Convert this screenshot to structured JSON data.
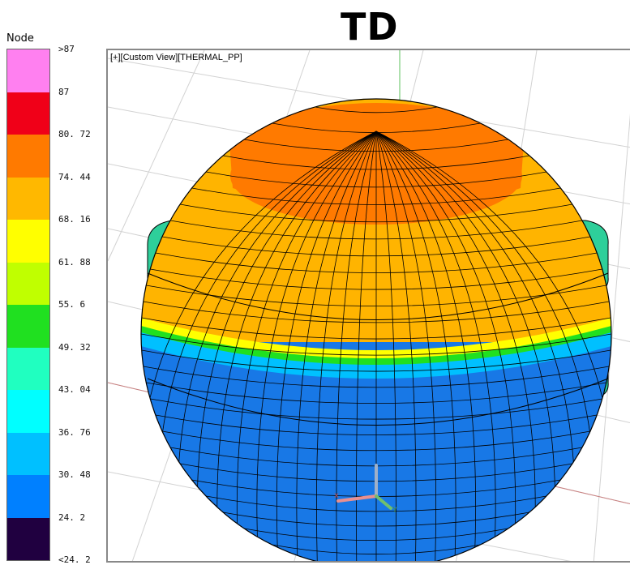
{
  "title": "TD",
  "legend": {
    "header": "Node",
    "colors": [
      "#ff80f0",
      "#f00018",
      "#ff7a00",
      "#ffb800",
      "#ffff00",
      "#c0ff00",
      "#20e020",
      "#20ffc0",
      "#00ffff",
      "#00c0ff",
      "#0080ff",
      "#200040"
    ],
    "ticks": [
      ">87",
      "87",
      "80. 72",
      "74. 44",
      "68. 16",
      "61. 88",
      "55. 6",
      "49. 32",
      "43. 04",
      "36. 76",
      "30. 48",
      "24. 2",
      "<24. 2"
    ]
  },
  "viewport": {
    "label": "[+][Custom View][THERMAL_PP]",
    "triad_icon": "xyz-axis-triad-icon"
  }
}
